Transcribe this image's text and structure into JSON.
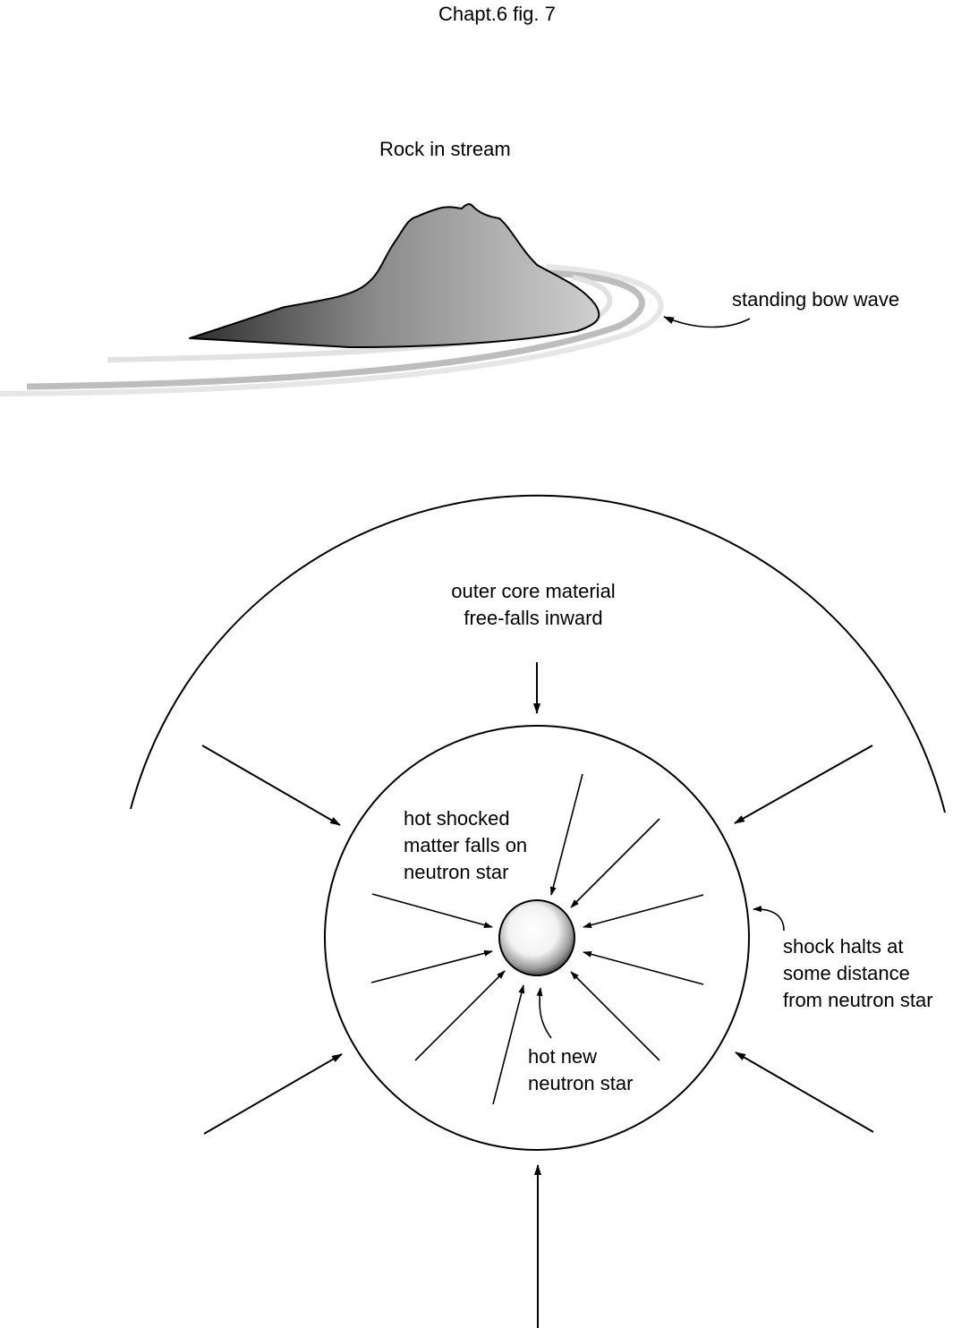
{
  "figure_title": "Chapt.6 fig. 7",
  "top_panel": {
    "title": "Rock in stream",
    "bow_wave_label": "standing bow wave"
  },
  "bottom_panel": {
    "outer_label": [
      "outer core material",
      "free-falls inward"
    ],
    "inner_label": [
      "hot shocked",
      "matter falls on",
      "neutron star"
    ],
    "shock_label": [
      "shock halts at",
      "some distance",
      "from neutron star"
    ],
    "neutron_star_label": [
      "hot new",
      "neutron star"
    ]
  }
}
